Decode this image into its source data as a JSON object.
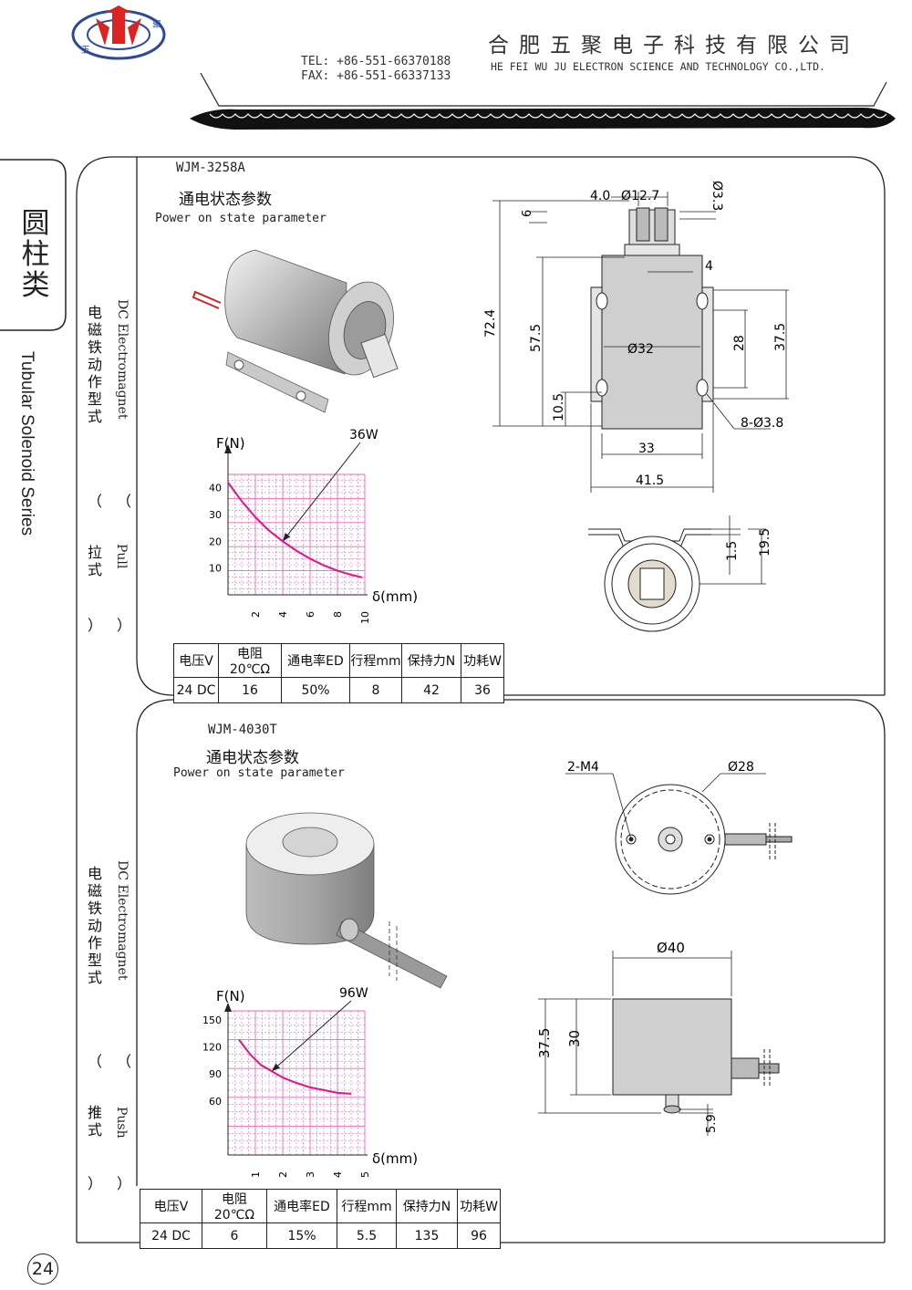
{
  "header": {
    "company_cn": "合肥五聚电子科技有限公司",
    "company_en": "HE FEI  WU JU ELECTRON SCIENCE AND TECHNOLOGY CO.,LTD.",
    "tel": "TEL: +86-551-66370188",
    "fax": "FAX: +86-551-66337133",
    "logo_text_left": "五",
    "logo_text_right": "聚"
  },
  "side": {
    "category_cn": "圆柱类",
    "category_en": "Tubular Solenoid Series"
  },
  "page_number": "24",
  "colors": {
    "curve": "#e2138c",
    "grid": "#e86ab6",
    "line": "#222222"
  },
  "products": [
    {
      "model": "WJM-3258A",
      "title_cn": "通电状态参数",
      "title_en": "Power on state parameter",
      "type_cn": "电磁铁动作型式",
      "type_en": "DC Electromagnet",
      "mode_cn": "拉式",
      "mode_en": "Pull",
      "paren_open": "（",
      "paren_close": "）",
      "chart_label": "36W",
      "spec_headers": [
        "电压V",
        "电阻20℃Ω",
        "通电率ED",
        "行程mm",
        "保持力N",
        "功耗W"
      ],
      "spec_values": [
        "24 DC",
        "16",
        "50%",
        "8",
        "42",
        "36"
      ],
      "dims": {
        "d127": "12.7",
        "d33": "3.3",
        "d40": "4.0",
        "d6": "6",
        "d4": "4",
        "d724": "72.4",
        "d575": "57.5",
        "d32": "32",
        "d28": "28",
        "d375": "37.5",
        "d105": "10.5",
        "d33b": "33",
        "d415": "41.5",
        "d838": "8-",
        "d838b": "3.8",
        "d15": "1.5",
        "d195": "19.5"
      }
    },
    {
      "model": "WJM-4030T",
      "title_cn": "通电状态参数",
      "title_en": "Power on state parameter",
      "type_cn": "电磁铁动作型式",
      "type_en": "DC Electromagnet",
      "mode_cn": "推式",
      "mode_en": "Push",
      "paren_open": "（",
      "paren_close": "）",
      "chart_label": "96W",
      "spec_headers": [
        "电压V",
        "电阻20℃Ω",
        "通电率ED",
        "行程mm",
        "保持力N",
        "功耗W"
      ],
      "spec_values": [
        "24 DC",
        "6",
        "15%",
        "5.5",
        "135",
        "96"
      ],
      "dims": {
        "m4": "2-M4",
        "d28": "28",
        "d40": "40",
        "d375": "37.5",
        "d30": "30",
        "d59": "5.9"
      }
    }
  ],
  "chart_data": [
    {
      "type": "line",
      "title": "36W",
      "xlabel": "δ(mm)",
      "ylabel": "F(N)",
      "xlim": [
        0,
        10
      ],
      "ylim": [
        0,
        45
      ],
      "x_ticks": [
        "2",
        "4",
        "6",
        "8",
        "10"
      ],
      "y_ticks": [
        "10",
        "20",
        "30",
        "40"
      ],
      "grid": true,
      "x": [
        0,
        1,
        2,
        3,
        4,
        5,
        6,
        7,
        8,
        9,
        9.8
      ],
      "y": [
        42,
        35,
        29,
        24,
        20,
        16.5,
        13.5,
        11,
        9,
        7.5,
        6.5
      ]
    },
    {
      "type": "line",
      "title": "96W",
      "xlabel": "δ(mm)",
      "ylabel": "F(N)",
      "xlim": [
        0,
        5
      ],
      "ylim": [
        0,
        160
      ],
      "x_ticks": [
        "1",
        "2",
        "3",
        "4",
        "5"
      ],
      "y_ticks": [
        "60",
        "90",
        "120",
        "150"
      ],
      "grid": true,
      "x": [
        0.4,
        0.8,
        1.2,
        1.6,
        2.0,
        2.5,
        3.0,
        3.5,
        4.0,
        4.5
      ],
      "y": [
        128,
        112,
        100,
        93,
        86,
        80,
        75,
        72,
        69,
        68
      ]
    }
  ]
}
